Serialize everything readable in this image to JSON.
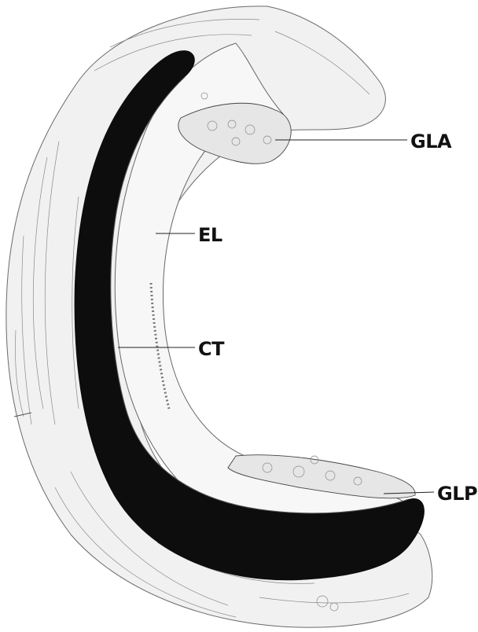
{
  "labels": {
    "gla": "GLA",
    "el": "EL",
    "ct": "CT",
    "glp": "GLP"
  },
  "colors": {
    "background": "#ffffff",
    "cartilage": "#0d0d0d",
    "tissue_fill": "#f1f1f1",
    "line": "#222222"
  }
}
